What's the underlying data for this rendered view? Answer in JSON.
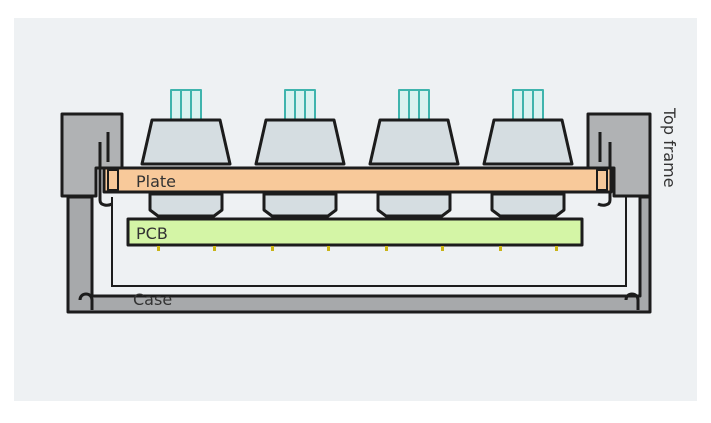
{
  "diagram": {
    "labels": {
      "plate": "Plate",
      "pcb": "PCB",
      "case": "Case",
      "top_frame": "Top frame"
    },
    "switch_count": 4,
    "colors": {
      "background": "#eef1f3",
      "outline": "#1c1c1c",
      "case_fill": "#a7a9ab",
      "frame_fill": "#b0b2b4",
      "plate_fill": "#f8c99a",
      "pcb_fill": "#d4f5a6",
      "switch_body": "#d5dde1",
      "stem_outline": "#3fb4ad",
      "stem_fill": "#d9f2f0",
      "solder_pin": "#c9b417",
      "label_text": "#333333"
    }
  }
}
